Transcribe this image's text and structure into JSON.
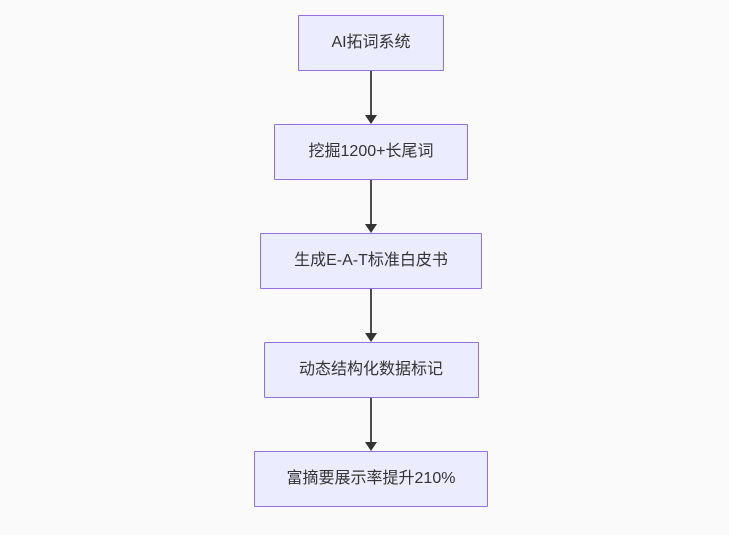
{
  "diagram": {
    "type": "flowchart",
    "direction": "top-down",
    "nodes": [
      {
        "label": "AI拓词系统"
      },
      {
        "label": "挖掘1200+长尾词"
      },
      {
        "label": "生成E-A-T标准白皮书"
      },
      {
        "label": "动态结构化数据标记"
      },
      {
        "label": "富摘要展示率提升210%"
      }
    ],
    "edges": [
      {
        "from": "AI拓词系统",
        "to": "挖掘1200+长尾词",
        "style": "arrow"
      },
      {
        "from": "挖掘1200+长尾词",
        "to": "生成E-A-T标准白皮书",
        "style": "arrow"
      },
      {
        "from": "生成E-A-T标准白皮书",
        "to": "动态结构化数据标记",
        "style": "arrow"
      },
      {
        "from": "动态结构化数据标记",
        "to": "富摘要展示率提升210%",
        "style": "arrow"
      }
    ]
  },
  "colors": {
    "background": "#FAFAFA",
    "node_fill": "#ECECFF",
    "node_border": "#9370DB",
    "edge": "#4d4d4d",
    "edge_head": "#333333",
    "text": "#333333"
  }
}
